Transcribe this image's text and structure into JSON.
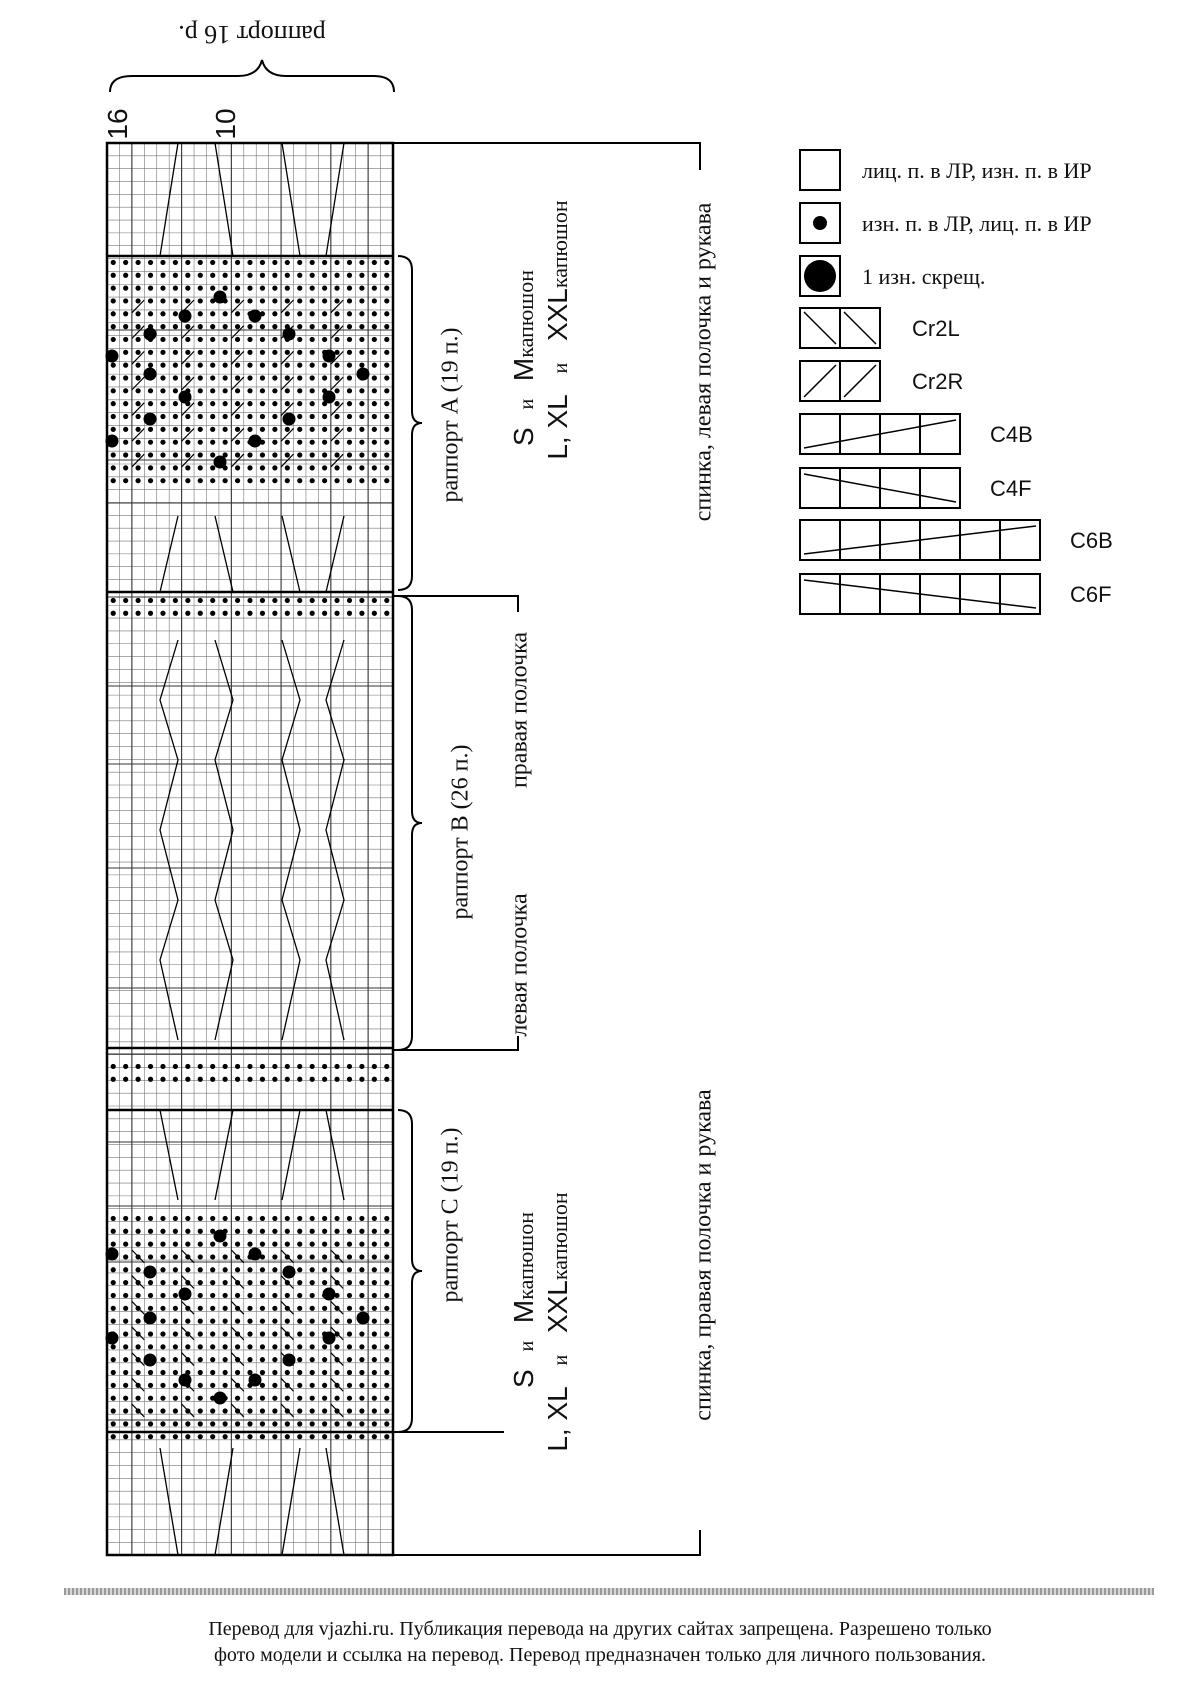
{
  "header": {
    "repeat_label": "раппорт 16 р.",
    "row_number_top": "16",
    "row_number_mid": "10"
  },
  "sections": {
    "a_label": "раппорт A (19 п.)",
    "b_label": "раппорт B (26 п.)",
    "c_label": "раппорт C (19 п.)"
  },
  "sizes_top": {
    "line1_s": "S",
    "line1_and1": "и",
    "line1_m": "M",
    "line1_hood": "капюшон",
    "line2_lxl": "L, XL",
    "line2_and1": "и",
    "line2_xxl": "XXL",
    "line2_hood": "капюшон"
  },
  "sizes_bottom": {
    "line1_s": "S",
    "line1_and1": "и",
    "line1_m": "M",
    "line1_hood": "капюшон",
    "line2_lxl": "L, XL",
    "line2_and1": "и",
    "line2_xxl": "XXL",
    "line2_hood": "капюшон"
  },
  "pieces": {
    "top": "спинка, левая полочка и рукава",
    "right_front": "правая полочка",
    "left_front": "левая полочка",
    "bottom": "спинка, правая полочка и рукава"
  },
  "legend": [
    {
      "symbol": "empty",
      "label": "лиц. п. в ЛР, изн. п. в ИР"
    },
    {
      "symbol": "dot",
      "label": "изн. п. в ЛР, лиц. п. в ИР"
    },
    {
      "symbol": "big-dot",
      "label": "1 изн. скрещ."
    },
    {
      "symbol": "cr2l",
      "label": "Cr2L"
    },
    {
      "symbol": "cr2r",
      "label": "Cr2R"
    },
    {
      "symbol": "c4b",
      "label": "C4B"
    },
    {
      "symbol": "c4f",
      "label": "C4F"
    },
    {
      "symbol": "c6b",
      "label": "C6B"
    },
    {
      "symbol": "c6f",
      "label": "C6F"
    }
  ],
  "footer": {
    "line1": "Перевод для vjazhi.ru. Публикация перевода на других сайтах запрещена. Разрешено только",
    "line2": "фото модели и ссылка на перевод.  Перевод предназначен только для личного пользования."
  }
}
